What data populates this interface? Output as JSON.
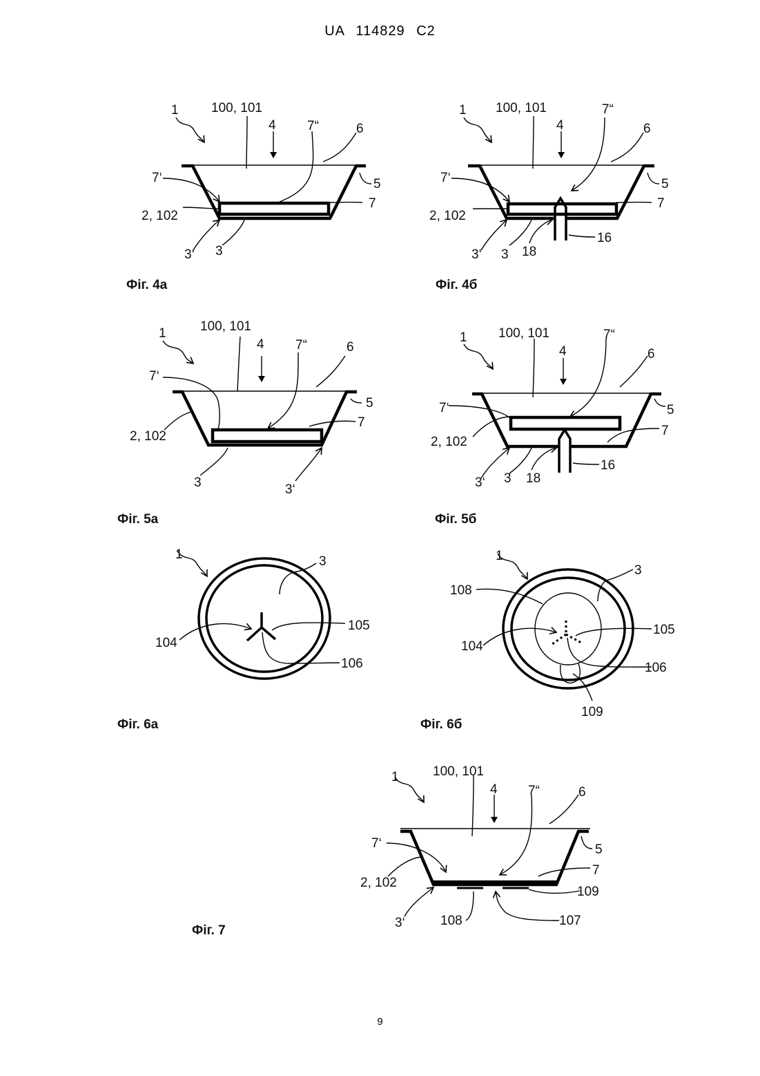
{
  "header": {
    "text": "UA   114829   C2"
  },
  "page_number": "9",
  "figures": {
    "f4a": {
      "caption": "Фіг. 4а",
      "labels": {
        "l1": "1",
        "l100": "100, 101",
        "l4": "4",
        "l7pp": "7“",
        "l6": "6",
        "l7p": "7‘",
        "l5": "5",
        "l2": "2, 102",
        "l7": "7",
        "l3p": "3‘",
        "l3": "3"
      }
    },
    "f4b": {
      "caption": "Фіг. 4б",
      "labels": {
        "l1": "1",
        "l100": "100, 101",
        "l4": "4",
        "l7pp": "7“",
        "l6": "6",
        "l7p": "7‘",
        "l5": "5",
        "l2": "2, 102",
        "l7": "7",
        "l3p": "3‘",
        "l3": "3",
        "l18": "18",
        "l16": "16"
      }
    },
    "f5a": {
      "caption": "Фіг. 5а",
      "labels": {
        "l1": "1",
        "l100": "100, 101",
        "l4": "4",
        "l7pp": "7“",
        "l6": "6",
        "l7p": "7‘",
        "l5": "5",
        "l2": "2, 102",
        "l7": "7",
        "l3": "3",
        "l3p": "3‘"
      }
    },
    "f5b": {
      "caption": "Фіг. 5б",
      "labels": {
        "l1": "1",
        "l100": "100, 101",
        "l4": "4",
        "l7pp": "7“",
        "l6": "6",
        "l7p": "7‘",
        "l5": "5",
        "l2": "2, 102",
        "l7": "7",
        "l3p": "3‘",
        "l3": "3",
        "l18": "18",
        "l16": "16"
      }
    },
    "f6a": {
      "caption": "Фіг. 6а",
      "labels": {
        "l1": "1",
        "l3": "3",
        "l104": "104",
        "l105": "105",
        "l106": "106"
      }
    },
    "f6b": {
      "caption": "Фіг. 6б",
      "labels": {
        "l1": "1",
        "l3": "3",
        "l108": "108",
        "l104": "104",
        "l105": "105",
        "l106": "106",
        "l109": "109"
      }
    },
    "f7": {
      "caption": "Фіг. 7",
      "labels": {
        "l1": "1",
        "l100": "100, 101",
        "l4": "4",
        "l7pp": "7“",
        "l6": "6",
        "l7p": "7‘",
        "l5": "5",
        "l2": "2, 102",
        "l7": "7",
        "l109": "109",
        "l3p": "3‘",
        "l108": "108",
        "l107": "107"
      }
    }
  }
}
